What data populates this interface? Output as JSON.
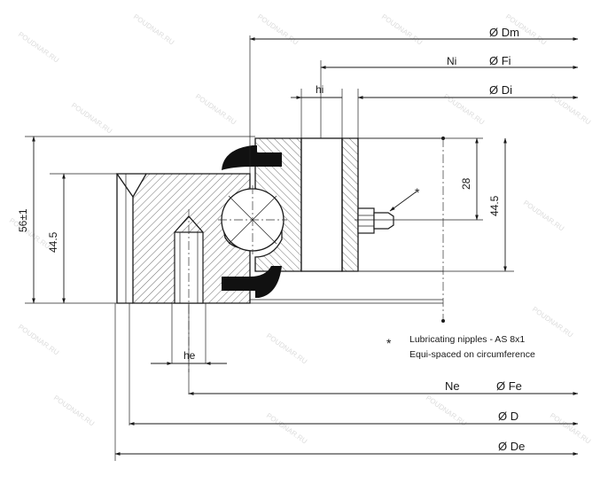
{
  "diagram": {
    "labels": {
      "dm": "Ø Dm",
      "ni": "Ni",
      "fi": "Ø Fi",
      "hi": "hi",
      "di": "Ø Di",
      "h_total": "56±1",
      "h_left": "44.5",
      "dim_28": "28",
      "h_right": "44.5",
      "asterisk": "*",
      "he": "he",
      "ne": "Ne",
      "fe": "Ø Fe",
      "d": "Ø D",
      "de": "Ø De"
    },
    "note": {
      "marker": "*",
      "line1": "Lubricating nipples - AS 8x1",
      "line2": "Equi-spaced on circumference"
    },
    "watermark": "POUDNAR.RU",
    "colors": {
      "line": "#1a1a1a",
      "seal": "#111111",
      "watermark": "#dcdcdc"
    }
  }
}
